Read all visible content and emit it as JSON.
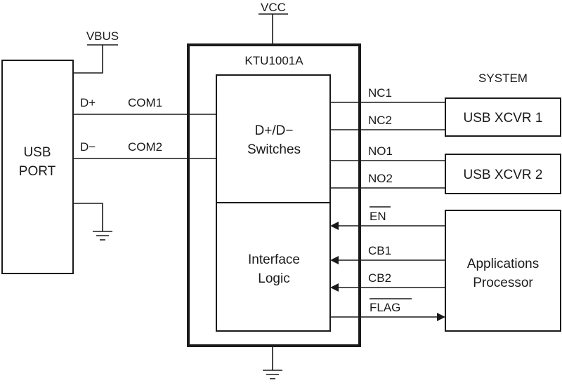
{
  "labels": {
    "vcc": "VCC",
    "vbus": "VBUS",
    "chip_name": "KTU1001A",
    "system": "SYSTEM",
    "usb_port_line1": "USB",
    "usb_port_line2": "PORT",
    "d_plus": "D+",
    "d_minus": "D−",
    "com1": "COM1",
    "com2": "COM2",
    "switch_line1": "D+/D−",
    "switch_line2": "Switches",
    "logic_line1": "Interface",
    "logic_line2": "Logic",
    "nc1": "NC1",
    "nc2": "NC2",
    "no1": "NO1",
    "no2": "NO2",
    "xcvr1": "USB XCVR 1",
    "xcvr2": "USB XCVR 2",
    "en": "EN",
    "cb1": "CB1",
    "cb2": "CB2",
    "flag": "FLAG",
    "ap_line1": "Applications",
    "ap_line2": "Processor"
  }
}
